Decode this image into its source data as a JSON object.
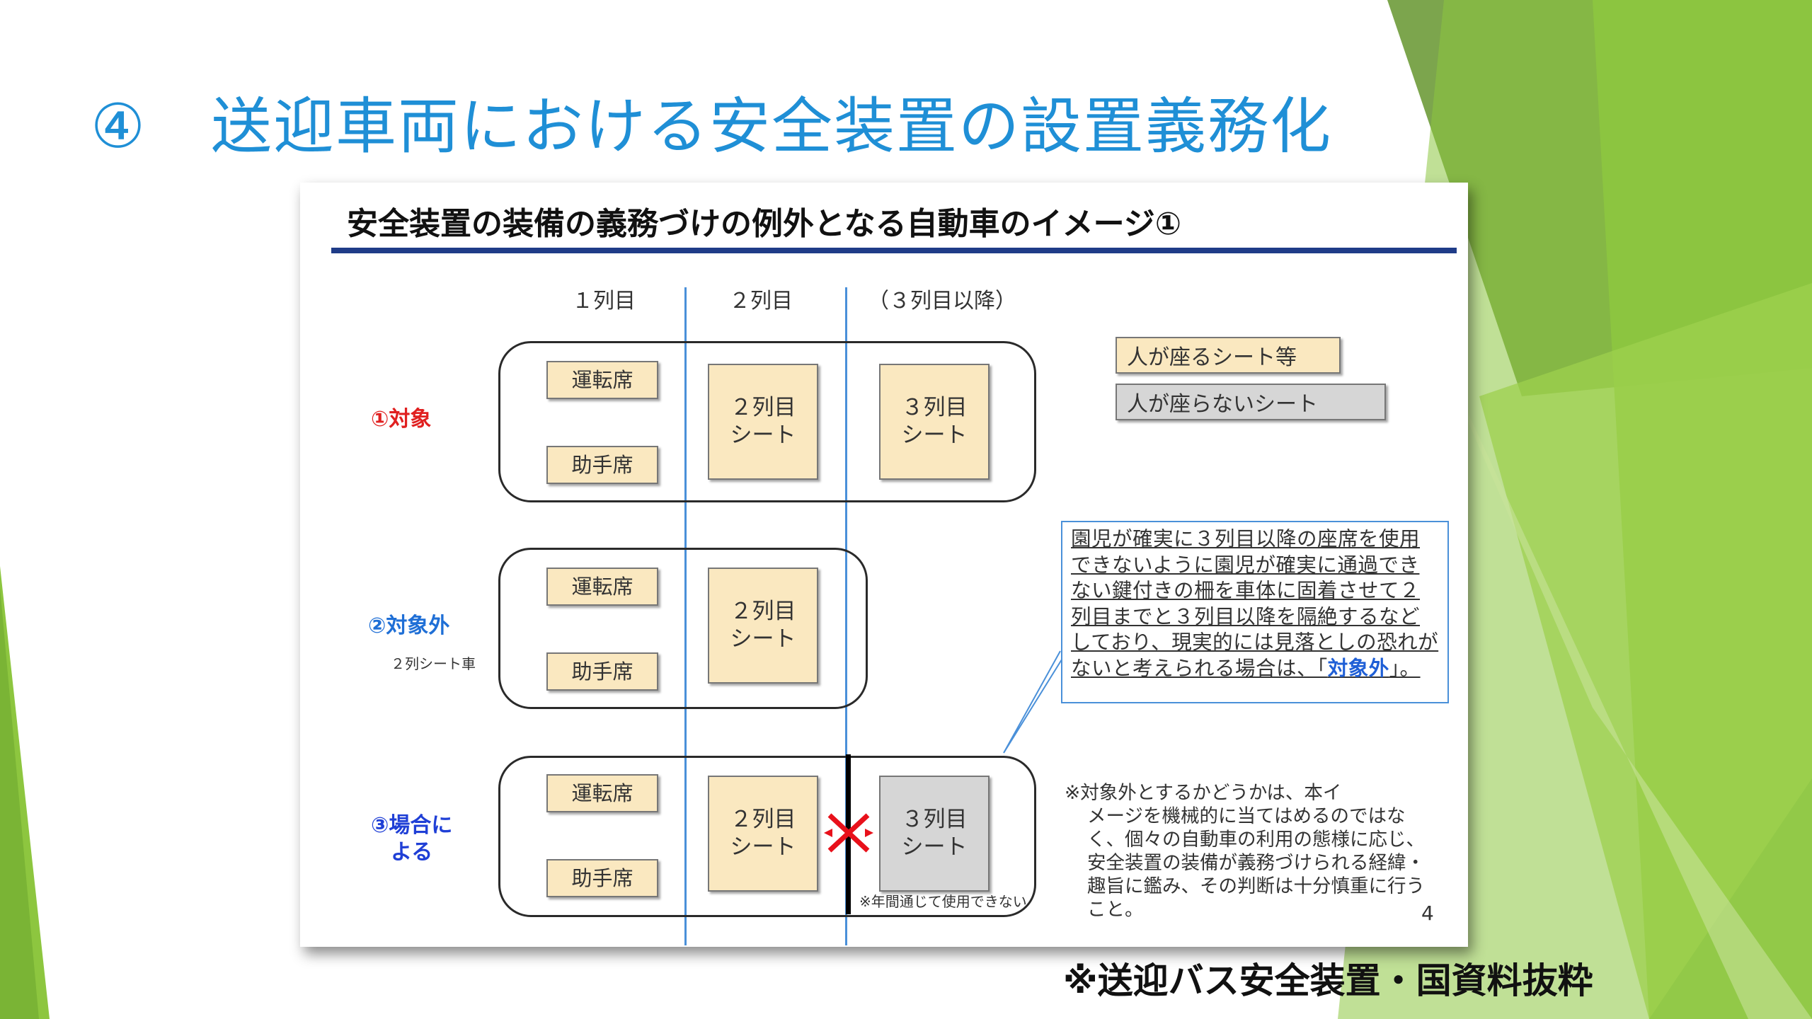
{
  "slide": {
    "title_number": "④",
    "title_text": "送迎車両における安全装置の設置義務化",
    "source": "※送迎バス安全装置・国資料抜粋",
    "accent_color": "#8DC63F",
    "title_color": "#1F8FD6"
  },
  "panel": {
    "title": "安全装置の装備の義務づけの例外となる自動車のイメージ①",
    "column_headers": [
      "１列目",
      "２列目",
      "（３列目以降）"
    ],
    "legend": {
      "seated": "人が座るシート等",
      "not_seated": "人が座らないシート"
    },
    "rows": [
      {
        "label": "①対象",
        "label_color": "#E02020",
        "driver": "運転席",
        "passenger": "助手席",
        "row2": "２列目\nシート",
        "row3": "３列目\nシート"
      },
      {
        "label": "②対象外",
        "label_color": "#1F6FD6",
        "sublabel": "２列シート車",
        "driver": "運転席",
        "passenger": "助手席",
        "row2": "２列目\nシート"
      },
      {
        "label": "③場合に\nよる",
        "label_color": "#1F3FD6",
        "driver": "運転席",
        "passenger": "助手席",
        "row2": "２列目\nシート",
        "row3": "３列目\nシート",
        "unusable_note": "※年間通じて使用できない"
      }
    ],
    "callout": {
      "text_before": "園児が確実に３列目以降の座席を使用できないように園児が確実に通過できない鍵付きの柵を車体に固着させて２列目までと３列目以降を隔絶するなどしており、現実的には見落としの恐れがないと考えられる場合は、「",
      "highlight": "対象外",
      "text_after": "」。"
    },
    "note": {
      "first_line": "※対象外とするかどうかは、本イ",
      "rest": "メージを機械的に当てはめるのではなく、個々の自動車の利用の態様に応じ、安全装置の装備が義務づけられる経緯・趣旨に鑑み、その判断は十分慎重に行うこと。"
    },
    "page_number": "4"
  }
}
